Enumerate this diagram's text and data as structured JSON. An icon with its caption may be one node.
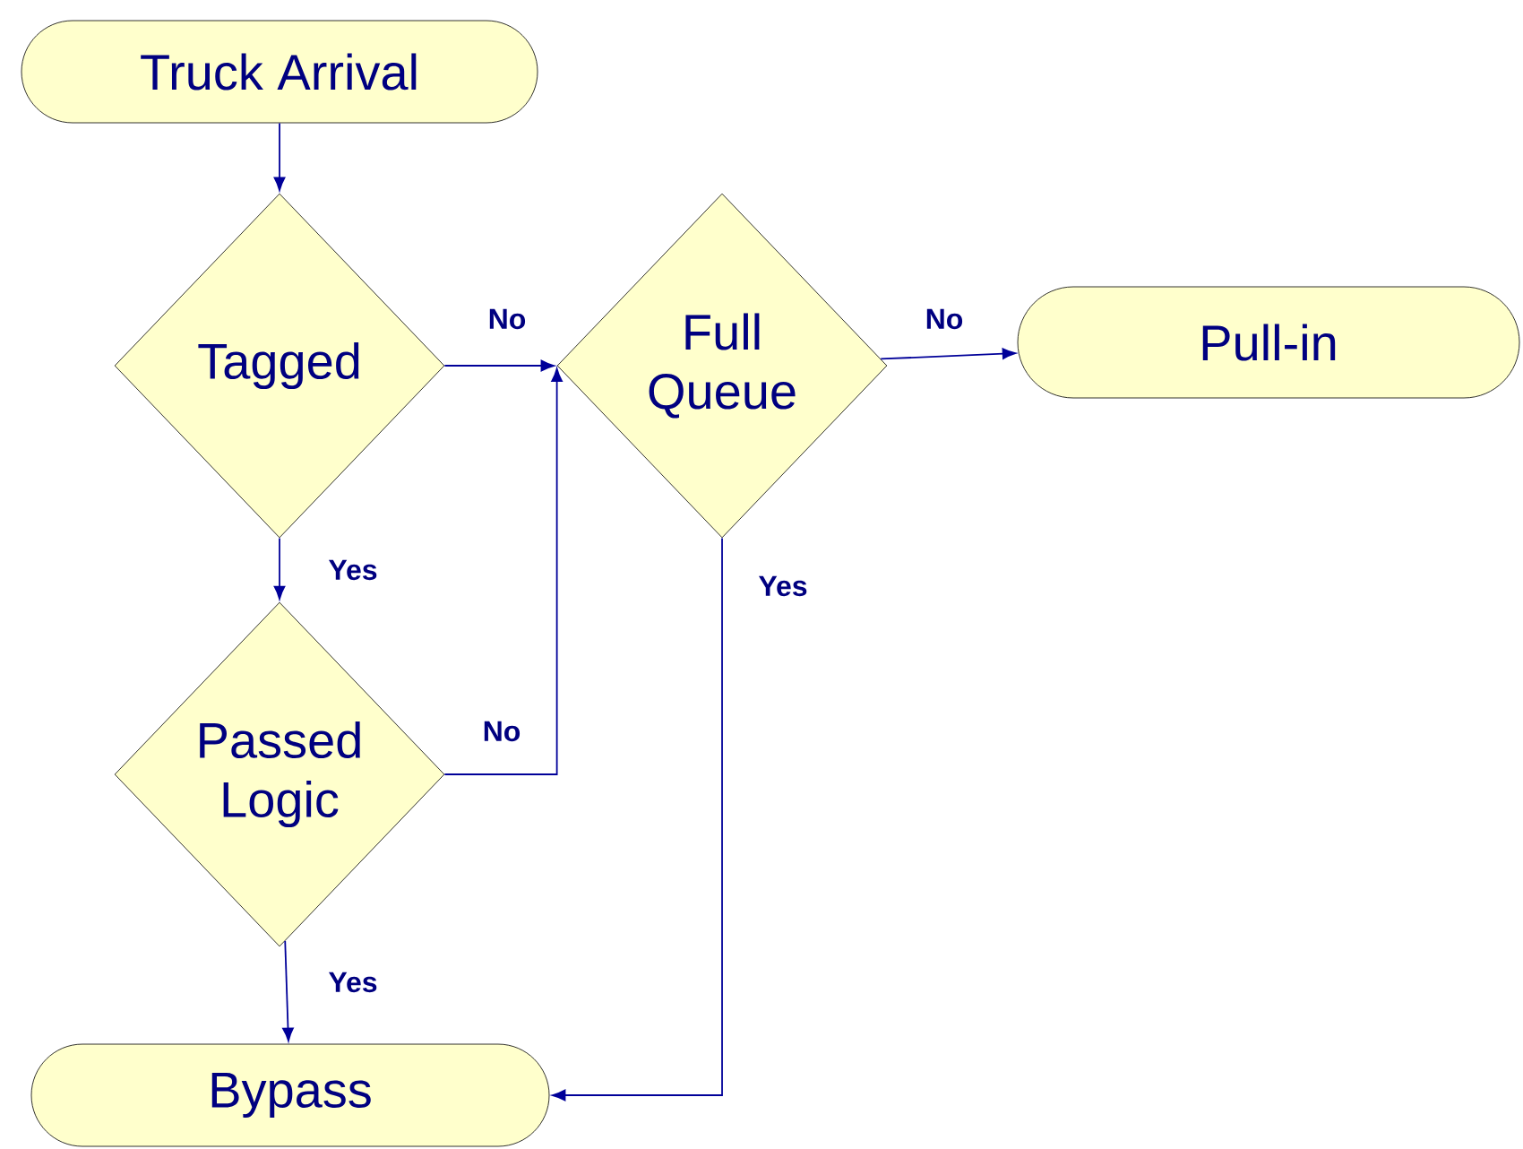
{
  "diagram": {
    "nodes": [
      {
        "text": [
          "Truck Arrival"
        ]
      },
      {
        "text": [
          "Tagged"
        ]
      },
      {
        "text": [
          "Full Queue"
        ]
      },
      {
        "text": [
          "Pull-in"
        ]
      },
      {
        "text": [
          "Passed Logic"
        ]
      },
      {
        "text": [
          "Bypass"
        ]
      }
    ],
    "edges": [
      {
        "from": 0,
        "to": 1,
        "arrow": "to"
      },
      {
        "from": 1,
        "to": 2,
        "arrow": "to",
        "label": "No"
      },
      {
        "from": 2,
        "to": 3,
        "arrow": "to",
        "label": "No"
      },
      {
        "from": 1,
        "to": 4,
        "arrow": "to",
        "label": "Yes"
      },
      {
        "from": 4,
        "to": 2,
        "arrow": "to",
        "label": "No"
      },
      {
        "from": 2,
        "to": 5,
        "arrow": "to",
        "label": "Yes"
      },
      {
        "from": 4,
        "to": 5,
        "arrow": "to",
        "label": "Yes"
      }
    ]
  }
}
